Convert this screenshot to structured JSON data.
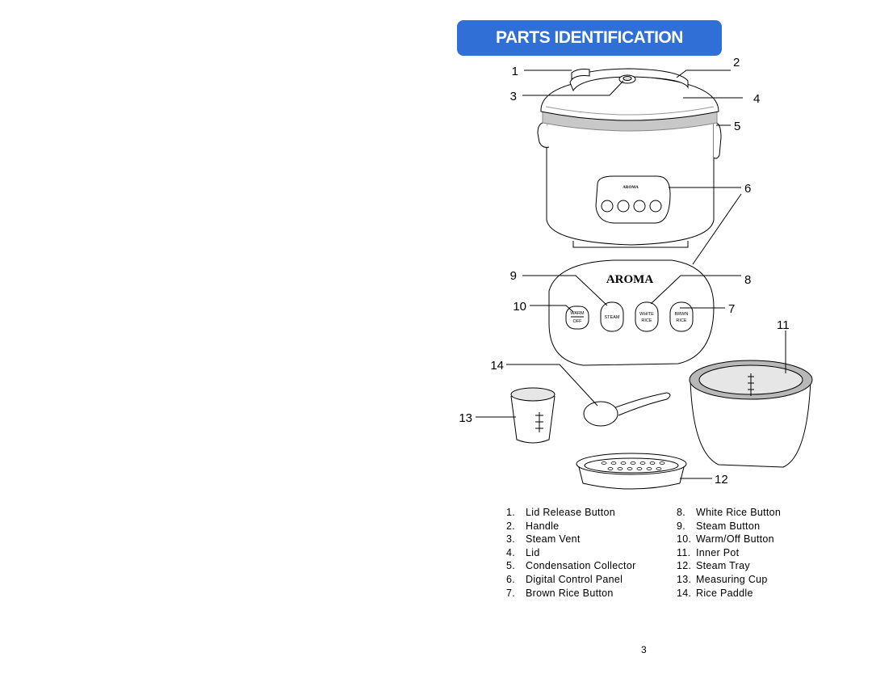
{
  "title": "PARTS IDENTIFICATION",
  "callouts": [
    "1",
    "2",
    "3",
    "4",
    "5",
    "6",
    "7",
    "8",
    "9",
    "10",
    "11",
    "12",
    "13",
    "14"
  ],
  "brand": "AROMA",
  "panel_buttons": {
    "warm_top": "WARM",
    "warm_bottom": "OFF",
    "steam": "STEAM",
    "white_top": "WHITE",
    "white_bottom": "RICE",
    "brown_top": "BRWN",
    "brown_bottom": "RICE"
  },
  "parts_left": [
    {
      "num": "1.",
      "name": "Lid Release Button"
    },
    {
      "num": "2.",
      "name": "Handle"
    },
    {
      "num": "3.",
      "name": "Steam Vent"
    },
    {
      "num": "4.",
      "name": "Lid"
    },
    {
      "num": "5.",
      "name": "Condensation Collector"
    },
    {
      "num": "6.",
      "name": "Digital Control Panel"
    },
    {
      "num": "7.",
      "name": "Brown Rice Button"
    }
  ],
  "parts_right": [
    {
      "num": "8.",
      "name": "White Rice Button"
    },
    {
      "num": "9.",
      "name": "Steam Button"
    },
    {
      "num": "10.",
      "name": "Warm/Off Button"
    },
    {
      "num": "11.",
      "name": "Inner Pot"
    },
    {
      "num": "12.",
      "name": "Steam Tray"
    },
    {
      "num": "13.",
      "name": "Measuring Cup"
    },
    {
      "num": "14.",
      "name": "Rice Paddle"
    }
  ],
  "page_number": "3",
  "colors": {
    "banner": "#2f6fd6",
    "line": "#000000",
    "body_fill": "#ffffff",
    "band": "#bfbfbf"
  }
}
